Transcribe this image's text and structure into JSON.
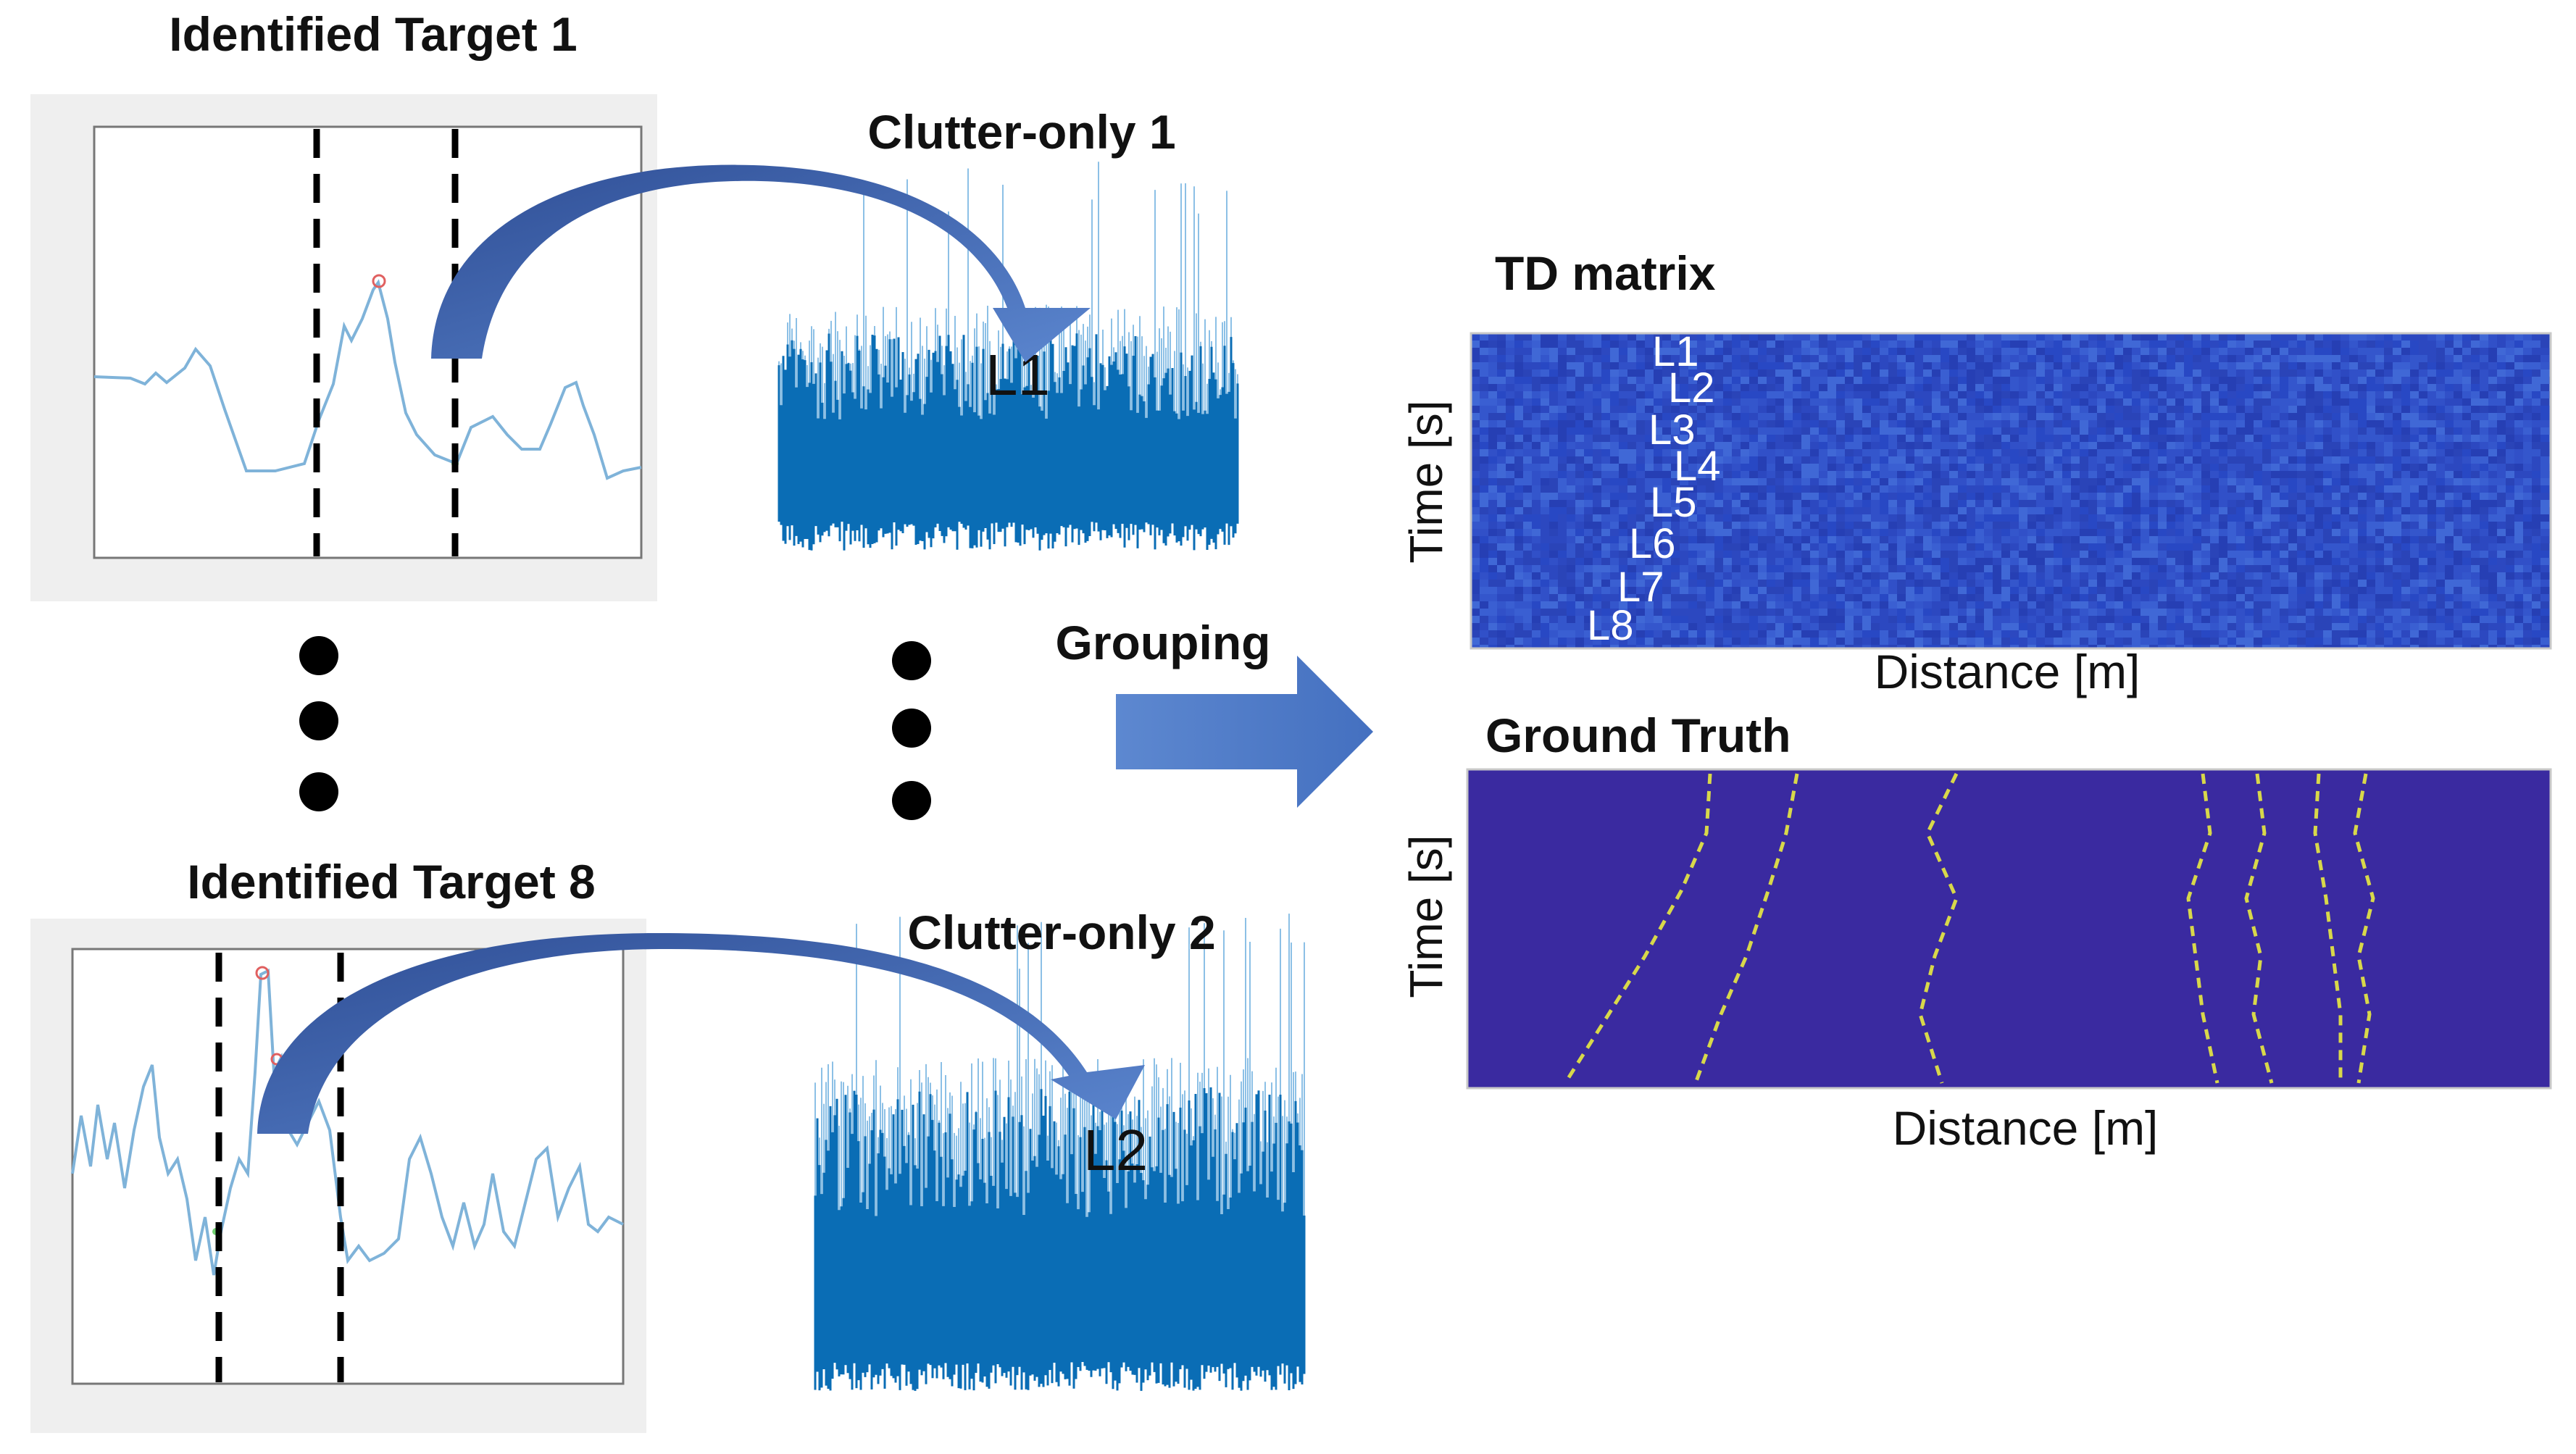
{
  "panels": {
    "target1": {
      "title": "Identified Target 1"
    },
    "target8": {
      "title": "Identified Target 8"
    },
    "clutter1": {
      "title": "Clutter-only 1",
      "tag": "L1"
    },
    "clutter2": {
      "title": "Clutter-only 2",
      "tag": "L2"
    }
  },
  "grouping": {
    "label": "Grouping"
  },
  "td_matrix": {
    "title": "TD matrix",
    "ylabel": "Time [s]",
    "xlabel": "Distance [m]",
    "labels": [
      "L1",
      "L2",
      "L3",
      "L4",
      "L5",
      "L6",
      "L7",
      "L8"
    ]
  },
  "ground_truth": {
    "title": "Ground Truth",
    "ylabel": "Time [s]",
    "xlabel": "Distance [m]"
  },
  "colors": {
    "signal": "#7fb3d9",
    "clutter": "#0a6db5",
    "td_background": "#2f4ec8",
    "gt_background": "#3a2aa0",
    "gt_track": "#d8d84a",
    "arrow": "#3c5fa8",
    "panel_bg": "#efefef"
  }
}
